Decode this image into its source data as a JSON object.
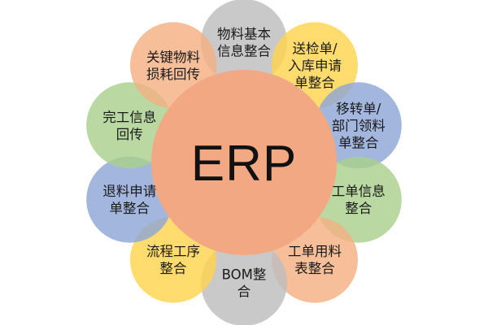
{
  "center": {
    "label": "ERP",
    "color": "#F2A882"
  },
  "nodes": [
    {
      "lines": [
        "物料基本",
        "信息整合"
      ],
      "color": "#BDBDBD"
    },
    {
      "lines": [
        "送检单/",
        "入库申请",
        "单整合"
      ],
      "color": "#FFD44D"
    },
    {
      "lines": [
        "移转单/",
        "部门领料",
        "单整合"
      ],
      "color": "#8FA6D6"
    },
    {
      "lines": [
        "工单信息",
        "整合"
      ],
      "color": "#A9D08E"
    },
    {
      "lines": [
        "工单用料",
        "表整合"
      ],
      "color": "#F4B183"
    },
    {
      "lines": [
        "BOM整",
        "合"
      ],
      "color": "#BDBDBD"
    },
    {
      "lines": [
        "流程工序",
        "整合"
      ],
      "color": "#FFD44D"
    },
    {
      "lines": [
        "退料申请",
        "单整合"
      ],
      "color": "#8FA6D6"
    },
    {
      "lines": [
        "完工信息",
        "回传"
      ],
      "color": "#A9D08E"
    },
    {
      "lines": [
        "关键物料",
        "损耗回传"
      ],
      "color": "#F4B183"
    }
  ]
}
